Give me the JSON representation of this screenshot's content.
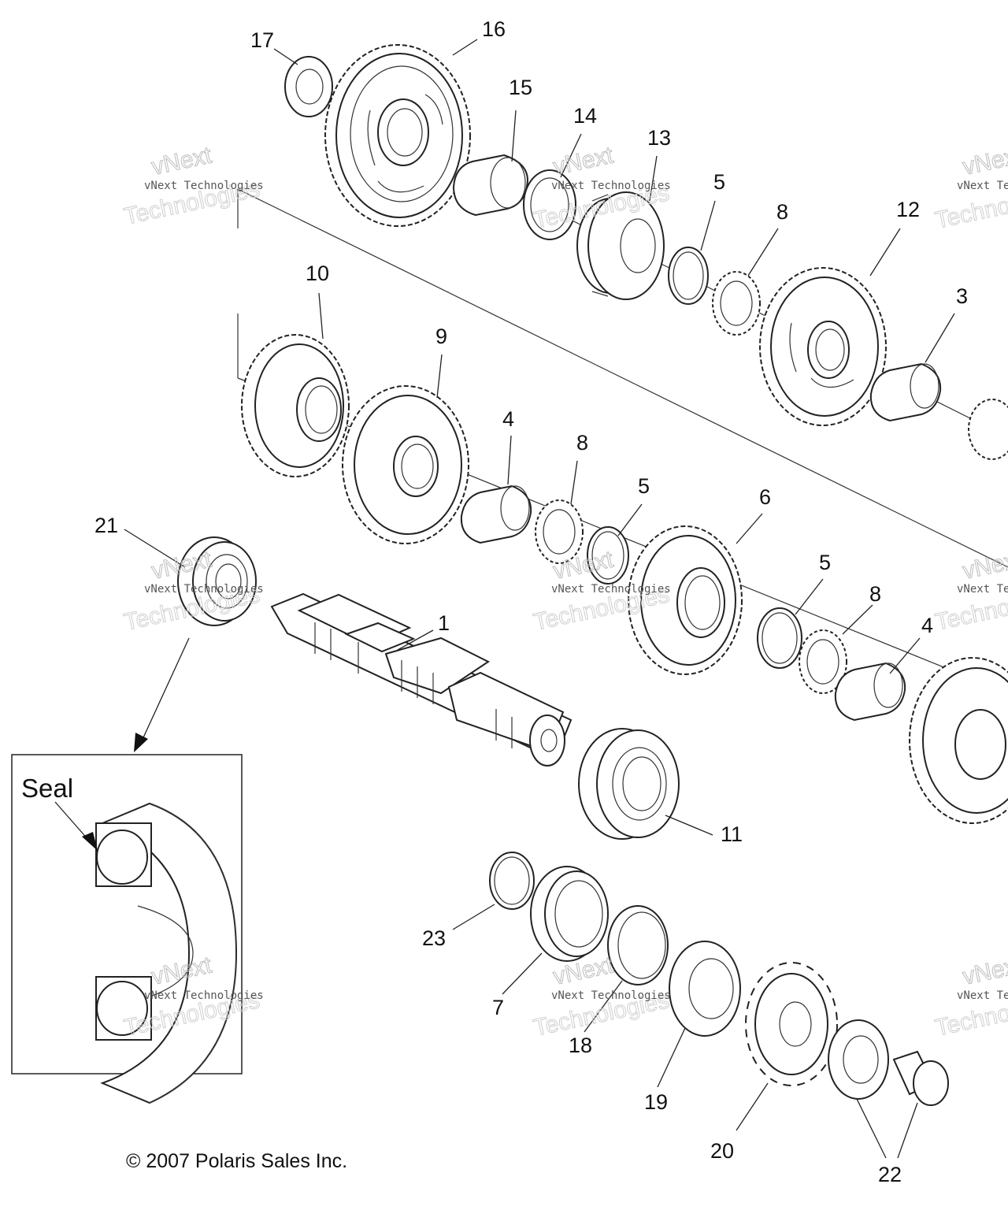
{
  "diagram": {
    "callouts": [
      {
        "id": "c17",
        "label": "17"
      },
      {
        "id": "c16",
        "label": "16"
      },
      {
        "id": "c15",
        "label": "15"
      },
      {
        "id": "c14",
        "label": "14"
      },
      {
        "id": "c13",
        "label": "13"
      },
      {
        "id": "c5a",
        "label": "5"
      },
      {
        "id": "c8a",
        "label": "8"
      },
      {
        "id": "c12",
        "label": "12"
      },
      {
        "id": "c3",
        "label": "3"
      },
      {
        "id": "c10",
        "label": "10"
      },
      {
        "id": "c9",
        "label": "9"
      },
      {
        "id": "c4a",
        "label": "4"
      },
      {
        "id": "c8b",
        "label": "8"
      },
      {
        "id": "c5b",
        "label": "5"
      },
      {
        "id": "c6",
        "label": "6"
      },
      {
        "id": "c5c",
        "label": "5"
      },
      {
        "id": "c8c",
        "label": "8"
      },
      {
        "id": "c4b",
        "label": "4"
      },
      {
        "id": "c21",
        "label": "21"
      },
      {
        "id": "c1",
        "label": "1"
      },
      {
        "id": "c11",
        "label": "11"
      },
      {
        "id": "c23",
        "label": "23"
      },
      {
        "id": "c7",
        "label": "7"
      },
      {
        "id": "c18",
        "label": "18"
      },
      {
        "id": "c19",
        "label": "19"
      },
      {
        "id": "c20",
        "label": "20"
      },
      {
        "id": "c22",
        "label": "22"
      }
    ],
    "inset_label": "Seal",
    "copyright": "© 2007 Polaris Sales Inc.",
    "watermark": {
      "line1": "vNext Technologies",
      "line2": "vNext",
      "line3": "Technologies"
    }
  }
}
